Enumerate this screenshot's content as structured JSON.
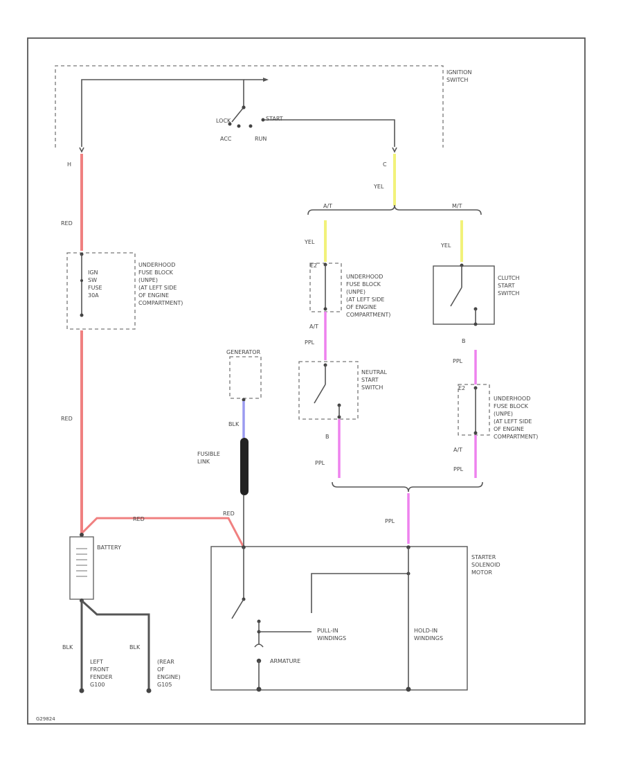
{
  "labels": {
    "ignition_switch": [
      "IGNITION",
      "SWITCH"
    ],
    "lock": "LOCK",
    "start": "START",
    "acc": "ACC",
    "run": "RUN",
    "term_h": "H",
    "term_c": "C",
    "red": "RED",
    "yel": "YEL",
    "ppl": "PPL",
    "blk": "BLK",
    "at": "A/T",
    "mt": "M/T",
    "fuse_block_top": [
      "UNDERHOOD",
      "FUSE BLOCK",
      "(UNPE)",
      "(AT LEFT SIDE",
      "OF ENGINE",
      "COMPARTMENT)"
    ],
    "ign_fuse": [
      "IGN",
      "SW",
      "FUSE",
      "30A"
    ],
    "fuse_block_at": [
      "UNDERHOOD",
      "FUSE BLOCK",
      "(UNPE)",
      "(AT LEFT SIDE",
      "OF ENGINE",
      "COMPARTMENT)"
    ],
    "fuse_block_mt": [
      "UNDERHOOD",
      "FUSE BLOCK",
      "(UNPE)",
      "(AT LEFT SIDE",
      "OF ENGINE",
      "COMPARTMENT)"
    ],
    "clutch_switch": [
      "CLUTCH",
      "START",
      "SWITCH"
    ],
    "neutral_switch": [
      "NEUTRAL",
      "START",
      "SWITCH"
    ],
    "generator": "GENERATOR",
    "fusible_link": [
      "FUSIBLE",
      "LINK"
    ],
    "battery": "BATTERY",
    "starter": [
      "STARTER",
      "SOLENOID",
      "MOTOR"
    ],
    "pull_in": [
      "PULL-IN",
      "WINDINGS"
    ],
    "hold_in": [
      "HOLD-IN",
      "WINDINGS"
    ],
    "armature": "ARMATURE",
    "ground_left": [
      "LEFT",
      "FRONT",
      "FENDER",
      "G100"
    ],
    "ground_right": [
      "(REAR",
      "OF",
      "ENGINE)",
      "G105"
    ],
    "pin_e2": "E2",
    "pin_b": "B",
    "figure_code": "G29824"
  },
  "colors": {
    "red_wire": "#f08080",
    "yel_wire": "#f2f27a",
    "ppl_wire": "#ee82ee",
    "blu_wire": "#9b9bf0",
    "link": "#222222",
    "line": "#555555"
  }
}
